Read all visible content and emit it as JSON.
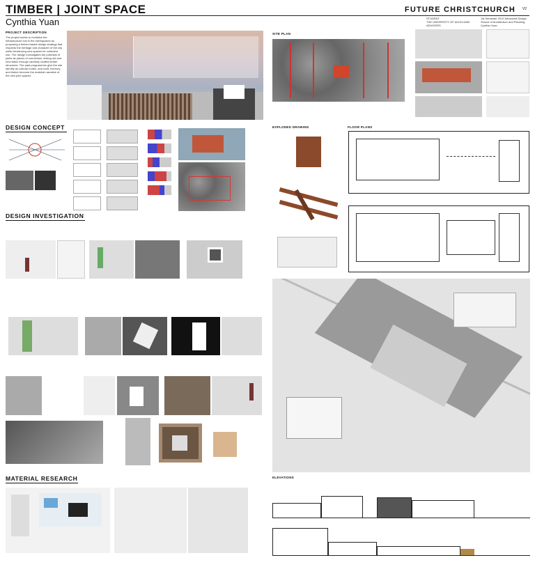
{
  "header": {
    "title": "TIMBER | JOINT SPACE",
    "author": "Cynthia Yuan",
    "right_title": "FUTURE CHRISTCHURCH",
    "page": "V2"
  },
  "info_block": {
    "left": [
      "STUDENT",
      "THE UNIVERSITY OF AUCKLAND",
      "ADVISORS"
    ],
    "right": [
      "1st Semester 2012 Advanced Design",
      "School of Architecture and Planning",
      "Cynthia Yuan"
    ]
  },
  "project_description": {
    "heading": "PROJECT DESCRIPTION",
    "body": "The project seeks to revitalize the infrastructure lost in the earthquakes by proposing a timber-based design strategy that respects the heritage and character of the city while introducing new spaces for collective use. The design investigates the potential of joints as places of connection, linking old and new fabric through carefully crafted timber structures. The past programmes give the site identity as cultural nodes, and craft, memory and timber become the material narrative of the new joint spaces."
  },
  "sections": {
    "design_concept": "DESIGN CONCEPT",
    "design_investigation": "DESIGN INVESTIGATION",
    "material_research": "MATERIAL RESEARCH",
    "site_plan": "SITE PLAN",
    "exploded_drawing": "EXPLODED DRAWING",
    "floor_plans": "FLOOR PLANS",
    "elevations": "ELEVATIONS"
  },
  "colors": {
    "accent": "#b5472a",
    "timber": "#8b4a2b",
    "ink": "#111111"
  }
}
